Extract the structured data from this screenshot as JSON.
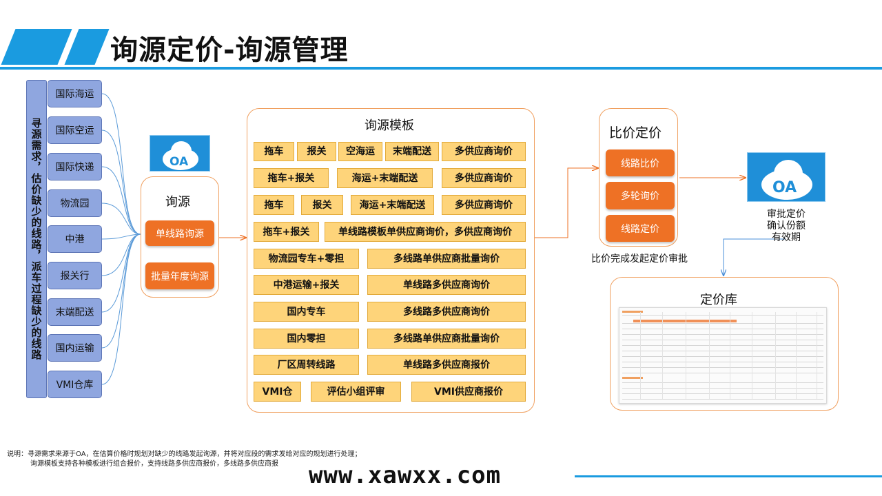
{
  "title": "询源定价-询源管理",
  "colors": {
    "accent_blue": "#1a9be0",
    "orange": "#ee7125",
    "yellow": "#fed47a",
    "lavender": "#8fa6df"
  },
  "left_column": {
    "vertical_label": "寻源需求，估价缺少的线路，派车过程缺少的线路",
    "items": [
      "国际海运",
      "国际空运",
      "国际快递",
      "物流园",
      "中港",
      "报关行",
      "末端配送",
      "国内运输",
      "VMI仓库"
    ]
  },
  "oa_label": "OA",
  "inquiry": {
    "title": "询源",
    "buttons": [
      "单线路询源",
      "批量年度询源"
    ]
  },
  "template": {
    "title": "询源模板",
    "rows": [
      [
        "拖车",
        "报关",
        "空海运",
        "末端配送",
        "多供应商询价"
      ],
      [
        "拖车+报关",
        "海运+末端配送",
        "多供应商询价"
      ],
      [
        "拖车",
        "报关",
        "海运+末端配送",
        "多供应商询价"
      ],
      [
        "拖车+报关",
        "单线路模板单供应商询价，多供应商询价"
      ],
      [
        "物流园专车+零担",
        "多线路单供应商批量询价"
      ],
      [
        "中港运输+报关",
        "单线路多供应商询价"
      ],
      [
        "国内专车",
        "多线路多供应商询价"
      ],
      [
        "国内零担",
        "多线路单供应商批量询价"
      ],
      [
        "厂区周转线路",
        "单线路多供应商报价"
      ],
      [
        "VMI仓",
        "评估小组评审",
        "VMI供应商报价"
      ]
    ]
  },
  "compare": {
    "title": "比价定价",
    "buttons": [
      "线路比价",
      "多轮询价",
      "线路定价"
    ],
    "caption": "比价完成发起定价审批"
  },
  "approval_text": [
    "审批定价",
    "确认份额",
    "有效期"
  ],
  "pricing_library": {
    "title": "定价库"
  },
  "notes": {
    "line1": "说明：寻源需求来源于OA，在估算价格时规划对缺少的线路发起询源，并将对应段的需求发给对应的规划进行处理；",
    "line2": "询源模板支持各种模板进行组合报价，支持线路多供应商报价，多线路多供应商报"
  },
  "watermark": "www.xawxx.com"
}
